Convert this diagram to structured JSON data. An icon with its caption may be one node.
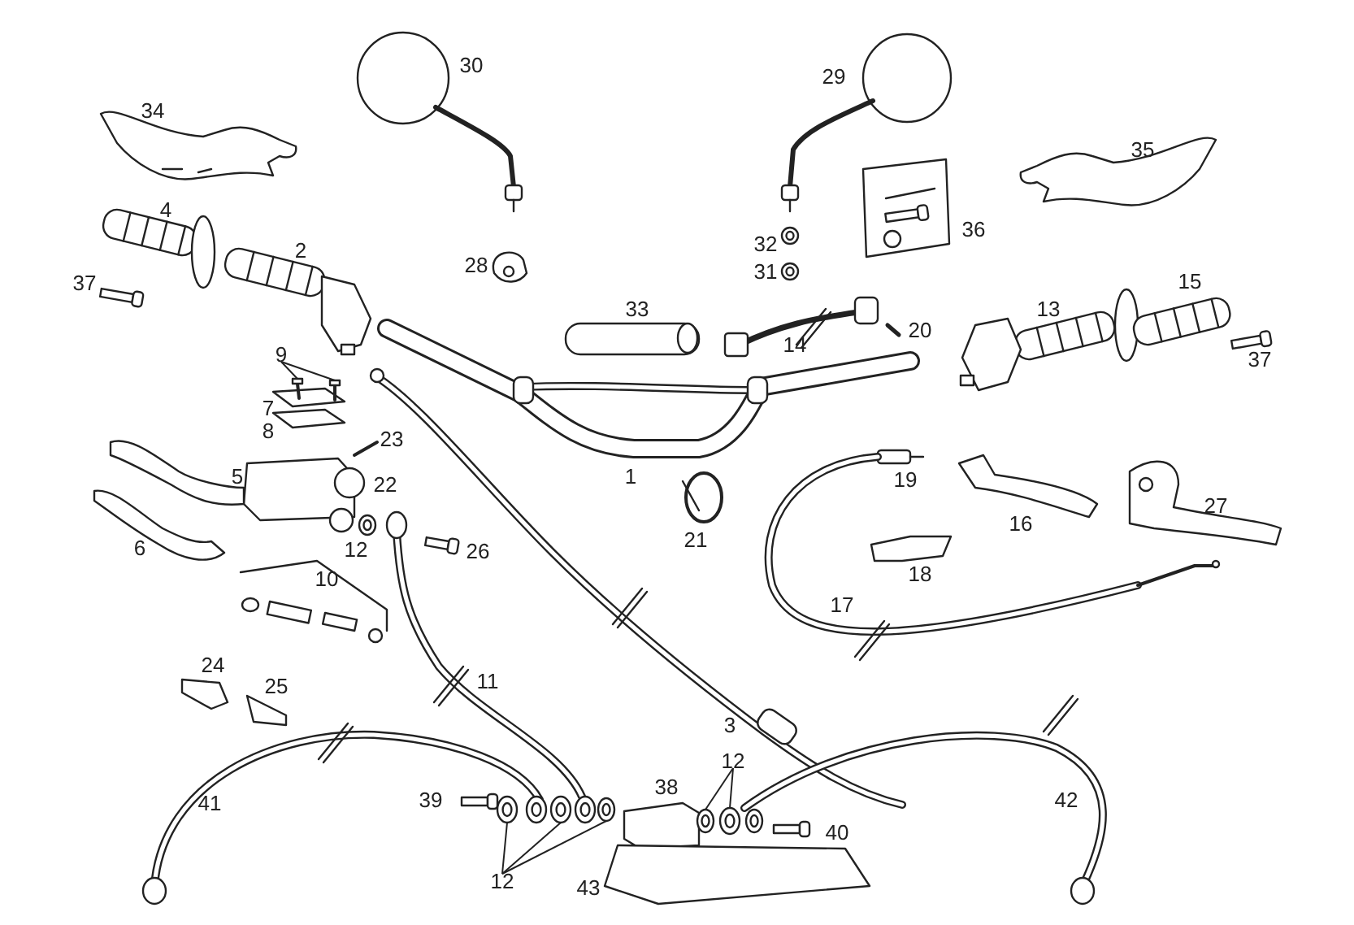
{
  "diagram": {
    "nodes": [
      {
        "text": [
          "9"
        ]
      },
      {
        "text": [],
        "shape": "picture"
      },
      {
        "text": [],
        "shape": "picture"
      },
      {
        "text": [
          "12"
        ]
      },
      {
        "text": [],
        "shape": "picture"
      },
      {
        "text": [],
        "shape": "picture"
      },
      {
        "text": [],
        "shape": "picture"
      },
      {
        "text": [
          "12"
        ]
      },
      {
        "text": [],
        "shape": "picture"
      },
      {
        "text": [],
        "shape": "picture"
      }
    ],
    "edges": [
      {
        "from": 0,
        "to": 1,
        "arrow": "none"
      },
      {
        "from": 0,
        "to": 2,
        "arrow": "none"
      },
      {
        "from": 3,
        "to": 4,
        "arrow": "none"
      },
      {
        "from": 3,
        "to": 5,
        "arrow": "none"
      },
      {
        "from": 3,
        "to": 6,
        "arrow": "none"
      },
      {
        "from": 7,
        "to": 8,
        "arrow": "none"
      },
      {
        "from": 7,
        "to": 9,
        "arrow": "none"
      }
    ],
    "labels": [
      "30",
      "29",
      "34",
      "35",
      "4",
      "36",
      "2",
      "28",
      "32",
      "31",
      "37",
      "15",
      "33",
      "13",
      "14",
      "20",
      "37",
      "7",
      "8",
      "23",
      "5",
      "22",
      "1",
      "19",
      "16",
      "27",
      "6",
      "12",
      "26",
      "21",
      "10",
      "18",
      "17",
      "24",
      "25",
      "11",
      "3",
      "41",
      "39",
      "38",
      "42",
      "40",
      "43"
    ]
  }
}
